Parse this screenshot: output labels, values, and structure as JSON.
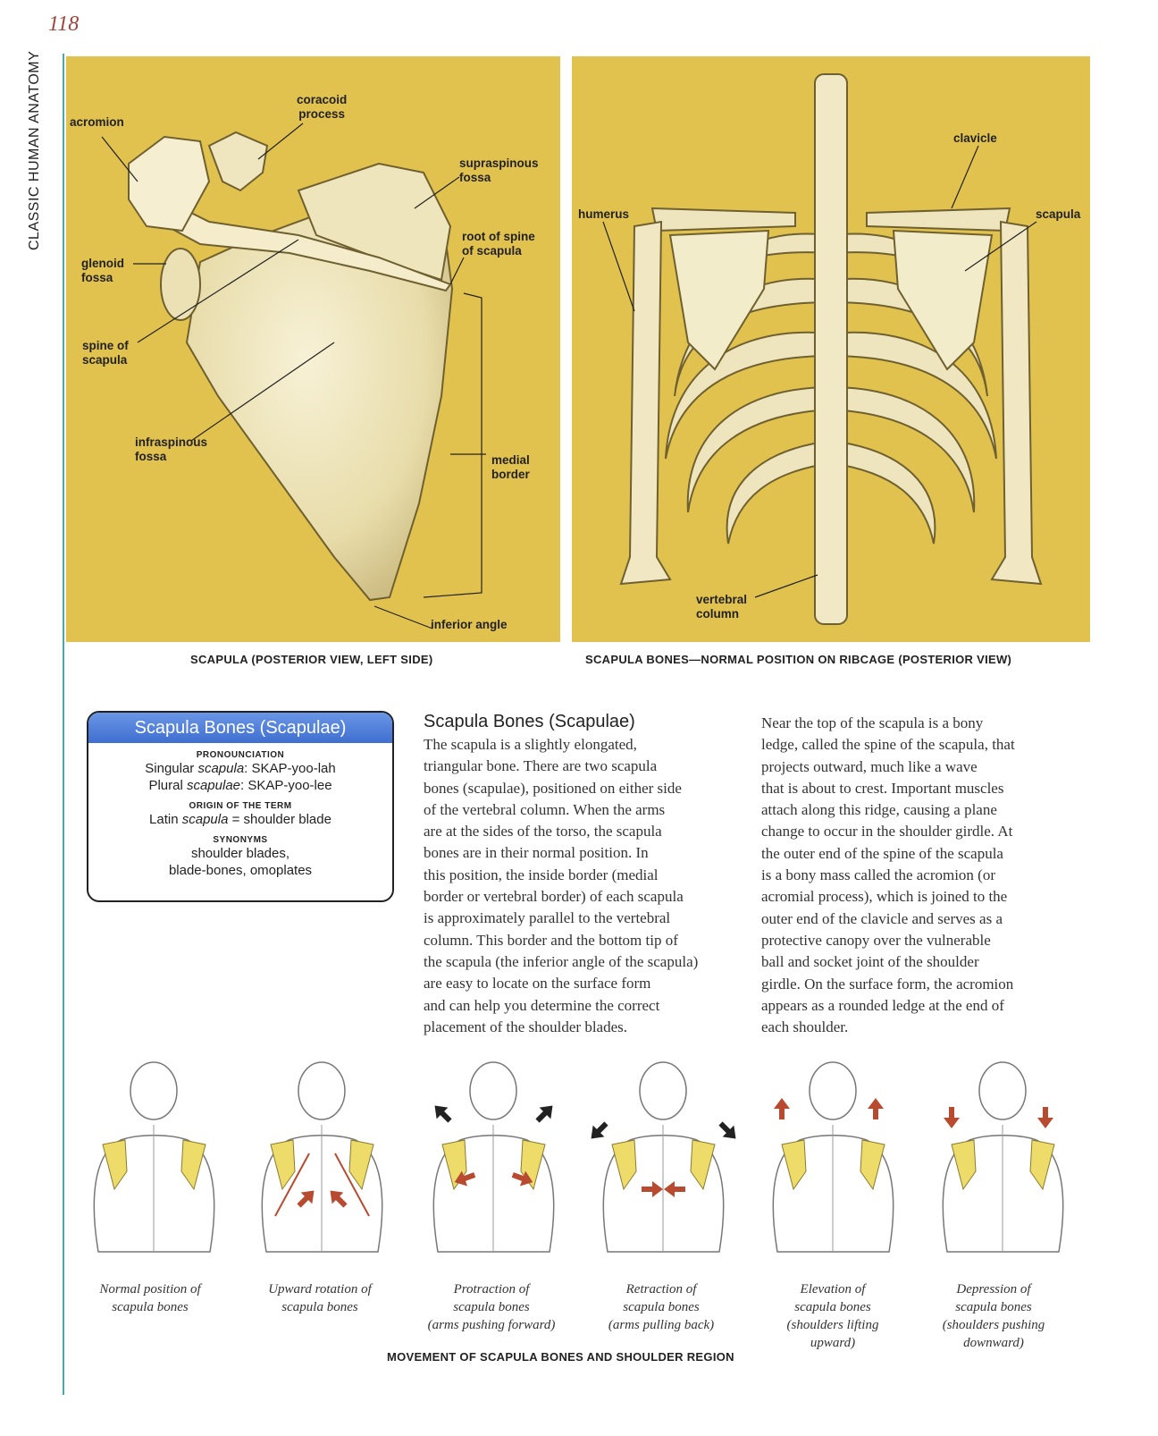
{
  "page": {
    "number": "118",
    "running_head": "CLASSIC HUMAN ANATOMY"
  },
  "figure1": {
    "caption": "SCAPULA (POSTERIOR VIEW, LEFT SIDE)",
    "labels": {
      "acromion": "acromion",
      "coracoid": "coracoid\nprocess",
      "supraspinous": "supraspinous\nfossa",
      "root_spine": "root of spine\nof scapula",
      "glenoid": "glenoid\nfossa",
      "spine": "spine of\nscapula",
      "infraspinous": "infraspinous\nfossa",
      "medial_border": "medial\nborder",
      "inferior_angle": "inferior angle"
    }
  },
  "figure2": {
    "caption": "SCAPULA BONES—NORMAL POSITION ON RIBCAGE (POSTERIOR VIEW)",
    "labels": {
      "clavicle": "clavicle",
      "humerus": "humerus",
      "scapula": "scapula",
      "vertebral_column": "vertebral\ncolumn"
    }
  },
  "infobox": {
    "title": "Scapula Bones (Scapulae)",
    "pronunciation_heading": "PRONOUNCIATION",
    "singular_prefix": "Singular ",
    "singular_term": "scapula",
    "singular_pron": ": SKAP-yoo-lah",
    "plural_prefix": "Plural ",
    "plural_term": "scapulae",
    "plural_pron": ": SKAP-yoo-lee",
    "origin_heading": "ORIGIN OF THE TERM",
    "origin_prefix": "Latin ",
    "origin_term": "scapula",
    "origin_def": " = shoulder blade",
    "synonyms_heading": "SYNONYMS",
    "synonyms_line1": "shoulder blades,",
    "synonyms_line2": "blade-bones, omoplates"
  },
  "article": {
    "heading": "Scapula Bones (Scapulae)",
    "col1": [
      "The scapula is a slightly elongated,",
      "triangular bone. There are two scapula",
      "bones (scapulae), positioned on either side",
      "of the vertebral column. When the arms",
      "are at the sides of the torso, the scapula",
      "bones are in their normal position. In",
      "this position, the inside border (medial",
      "border or vertebral border) of each scapula",
      "is approximately parallel to the vertebral",
      "column. This border and the bottom tip of",
      "the scapula (the inferior angle of the scapula)",
      "are easy to locate on the surface form",
      "and can help you determine the correct",
      "placement of the shoulder blades."
    ],
    "col2": [
      "Near the top of the scapula is a bony",
      "ledge, called the spine of the scapula, that",
      "projects outward, much like a wave",
      "that is about to crest. Important muscles",
      "attach along this ridge, causing a plane",
      "change to occur in the shoulder girdle. At",
      "the outer end of the spine of the scapula",
      "is a bony mass called the acromion (or",
      "acromial process), which is joined to the",
      "outer end of the clavicle and serves as a",
      "protective canopy over the vulnerable",
      "ball and socket joint of the shoulder",
      "girdle. On the surface form, the acromion",
      "appears as a rounded ledge at the end of",
      "each shoulder."
    ]
  },
  "movements": {
    "caption": "MOVEMENT OF SCAPULA BONES AND SHOULDER REGION",
    "items": [
      {
        "label": "Normal position of\nscapula bones",
        "arrows": "none"
      },
      {
        "label": "Upward rotation of\nscapula bones",
        "arrows": "rotation"
      },
      {
        "label": "Protraction of\nscapula bones\n(arms pushing forward)",
        "arrows": "protraction"
      },
      {
        "label": "Retraction of\nscapula bones\n(arms pulling back)",
        "arrows": "retraction"
      },
      {
        "label": "Elevation of\nscapula bones\n(shoulders lifting\nupward)",
        "arrows": "up"
      },
      {
        "label": "Depression of\nscapula bones\n(shoulders pushing\ndownward)",
        "arrows": "down"
      }
    ]
  },
  "colors": {
    "panel_bg": "#e2c24e",
    "bone": "#efe7c4",
    "scapula_highlight": "#eedc6a",
    "arrow_red": "#b84a30",
    "arrow_black": "#222222",
    "infobox_header": "#4f7fdc",
    "accent_rule": "#4aa8a8"
  }
}
